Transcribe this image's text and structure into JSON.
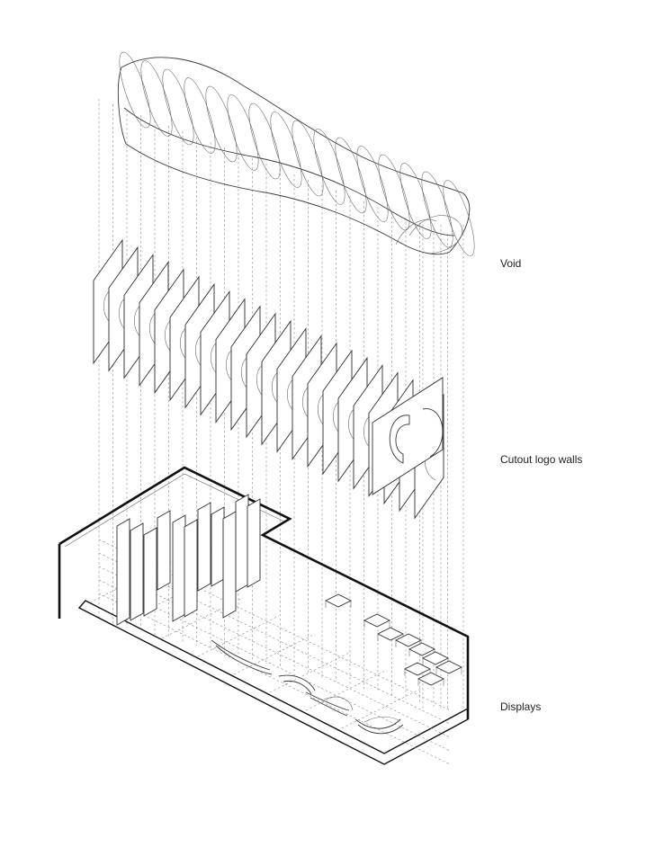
{
  "labels": {
    "void": "Void",
    "walls": "Cutout logo walls",
    "displays": "Displays"
  },
  "colors": {
    "line": "#3a3a3a",
    "background": "#ffffff"
  }
}
